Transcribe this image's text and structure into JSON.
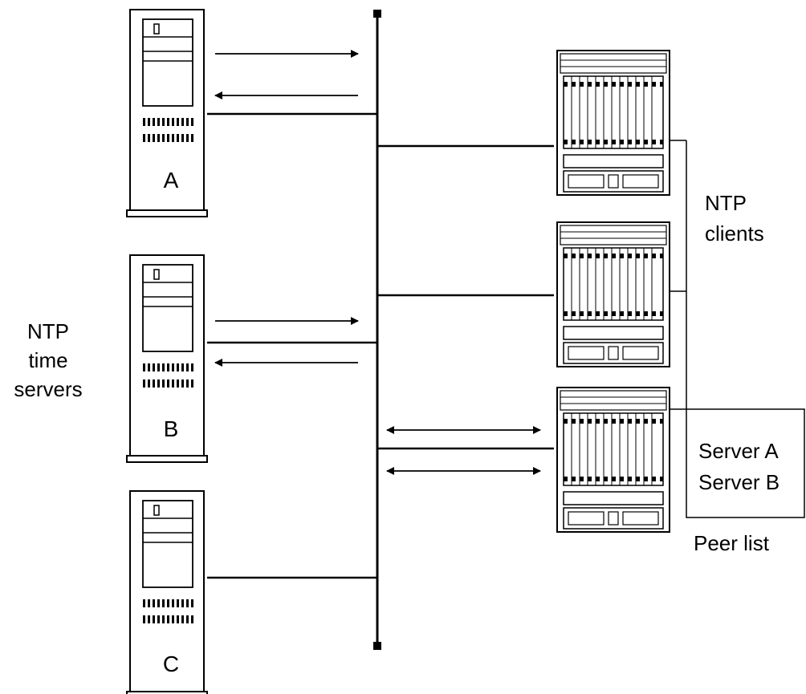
{
  "labels": {
    "servers_heading": [
      "NTP",
      "time",
      "servers"
    ],
    "clients_heading": [
      "NTP",
      "clients"
    ],
    "peer_list_title": "Peer list",
    "peer_list_entries": [
      "Server A",
      "Server B"
    ]
  },
  "servers": [
    {
      "id": "a",
      "letter": "A"
    },
    {
      "id": "b",
      "letter": "B"
    },
    {
      "id": "c",
      "letter": "C"
    }
  ],
  "clients": [
    {
      "id": "client-1"
    },
    {
      "id": "client-2"
    },
    {
      "id": "client-3"
    }
  ],
  "colors": {
    "stroke": "#000000",
    "background": "#ffffff"
  }
}
